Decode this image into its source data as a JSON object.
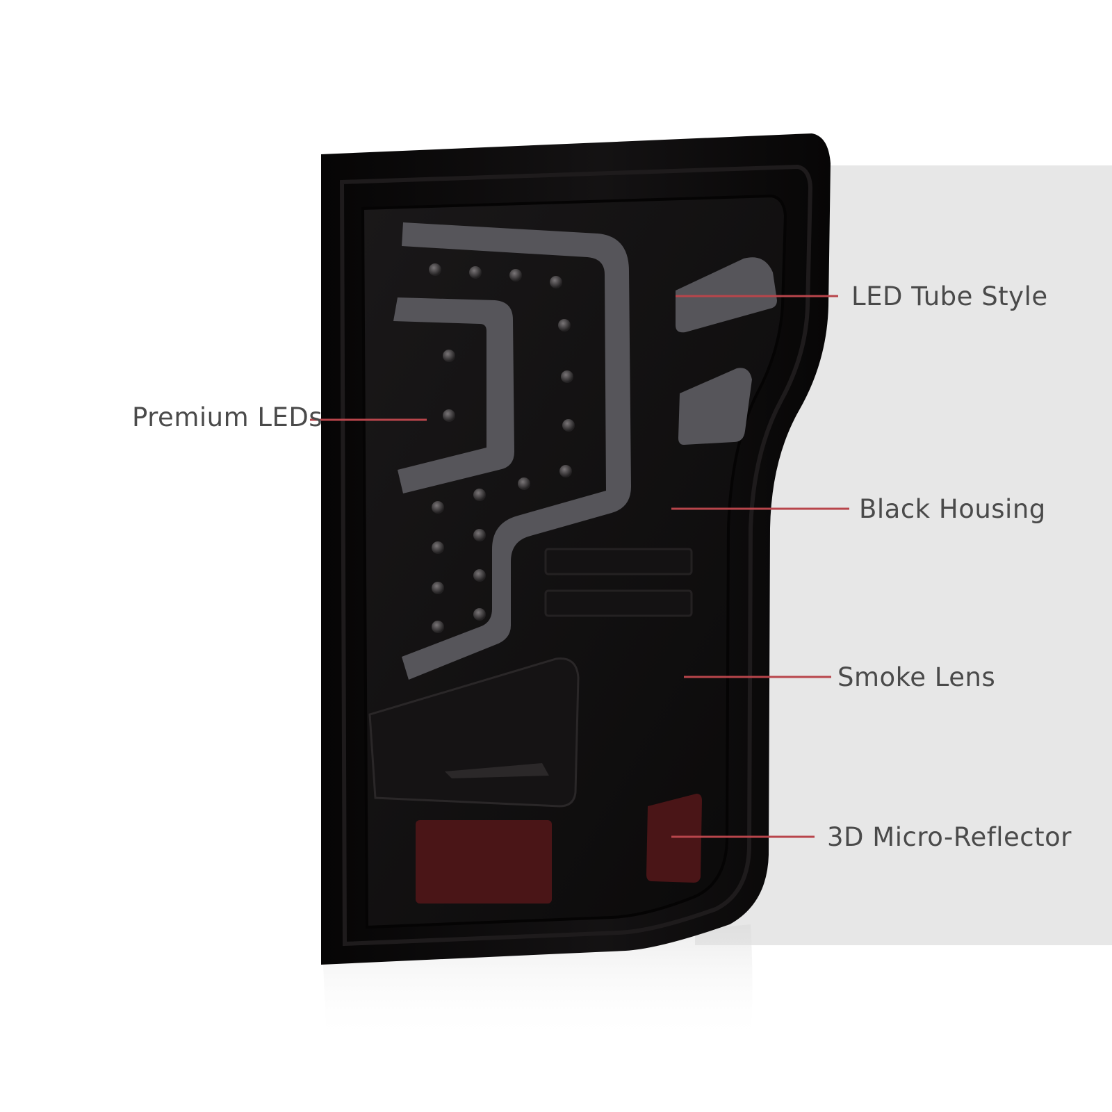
{
  "colors": {
    "background": "#ffffff",
    "backdrop_panel": "#e7e7e7",
    "housing": "#0d0b0c",
    "light_tube": "#56555a",
    "reflector": "#4a1517",
    "callout_line": "#b8454b",
    "label_text": "#4a4a4a"
  },
  "product": {
    "name_icon": "tail-light-icon"
  },
  "callouts": [
    {
      "id": "led-tube-style",
      "label": "LED Tube Style"
    },
    {
      "id": "premium-leds",
      "label": "Premium LEDs"
    },
    {
      "id": "black-housing",
      "label": "Black Housing"
    },
    {
      "id": "smoke-lens",
      "label": "Smoke Lens"
    },
    {
      "id": "3d-micro-reflector",
      "label": "3D Micro-Reflector"
    }
  ]
}
